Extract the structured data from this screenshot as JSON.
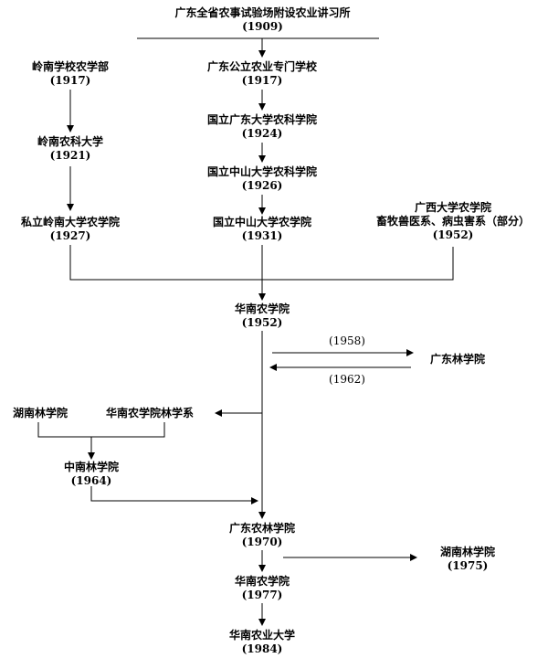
{
  "nodes": {
    "station": {
      "name": "广东全省农事试验场附设农业讲习所",
      "year": "(1909)"
    },
    "gd_public": {
      "name": "广东公立农业专门学校",
      "year": "(1917)"
    },
    "lingnan_dept": {
      "name": "岭南学校农学部",
      "year": "(1917)"
    },
    "gd_univ": {
      "name": "国立广东大学农科学院",
      "year": "(1924)"
    },
    "lingnan_college": {
      "name": "岭南农科大学",
      "year": "(1921)"
    },
    "zs_1926": {
      "name": "国立中山大学农科学院",
      "year": "(1926)"
    },
    "private_lingnan": {
      "name": "私立岭南大学农学院",
      "year": "(1927)"
    },
    "zs_1931": {
      "name": "国立中山大学农学院",
      "year": "(1931)"
    },
    "guangxi": {
      "line1": "广西大学农学院",
      "line2": "畜牧兽医系、病虫害系（部分）",
      "year": "(1952)"
    },
    "scau_1952": {
      "name": "华南农学院",
      "year": "(1952)"
    },
    "gd_forestry": {
      "name": "广东林学院"
    },
    "hunan_forestry": {
      "name": "湖南林学院"
    },
    "scau_forestry_dept": {
      "name": "华南农学院林学系"
    },
    "central_south": {
      "name": "中南林学院",
      "year": "(1964)"
    },
    "gd_agri_forest": {
      "name": "广东农林学院",
      "year": "(1970)"
    },
    "hunan_forestry_1975": {
      "name": "湖南林学院",
      "year": "(1975)"
    },
    "scau_1977": {
      "name": "华南农学院",
      "year": "(1977)"
    },
    "scau_1984": {
      "name": "华南农业大学",
      "year": "(1984)"
    }
  },
  "edge_labels": {
    "to_forestry": "(1958)",
    "from_forestry": "(1962)"
  },
  "colors": {
    "ink": "#000000",
    "background": "#ffffff"
  }
}
